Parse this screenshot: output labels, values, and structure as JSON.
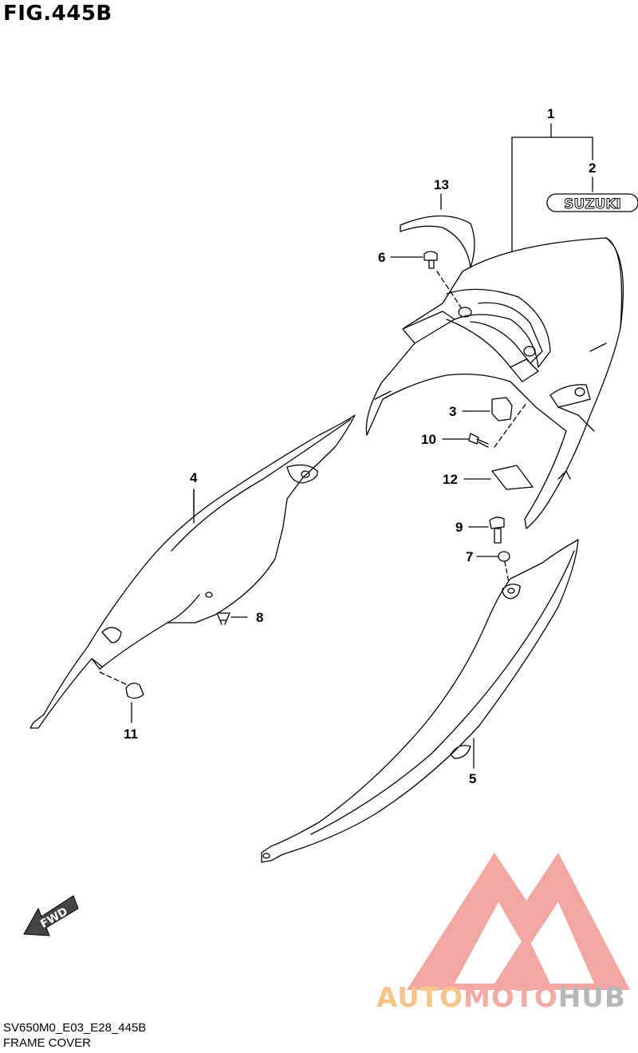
{
  "figure": {
    "title": "FIG.445B",
    "code": "SV650M0_E03_E28_445B",
    "caption": "FRAME COVER"
  },
  "callouts": [
    "1",
    "2",
    "3",
    "4",
    "5",
    "6",
    "7",
    "8",
    "9",
    "10",
    "11",
    "12",
    "13"
  ],
  "emblem": {
    "text": "SUZUKI"
  },
  "direction_badge": {
    "text": "FWD"
  },
  "watermark": {
    "part1": "AUTO",
    "part2": "MOTO",
    "part3": "HUB",
    "colors": {
      "auto": "#f5c488",
      "moto": "#f3a9a4",
      "hub": "#b7b7b7",
      "logo": "#f08a84"
    }
  }
}
